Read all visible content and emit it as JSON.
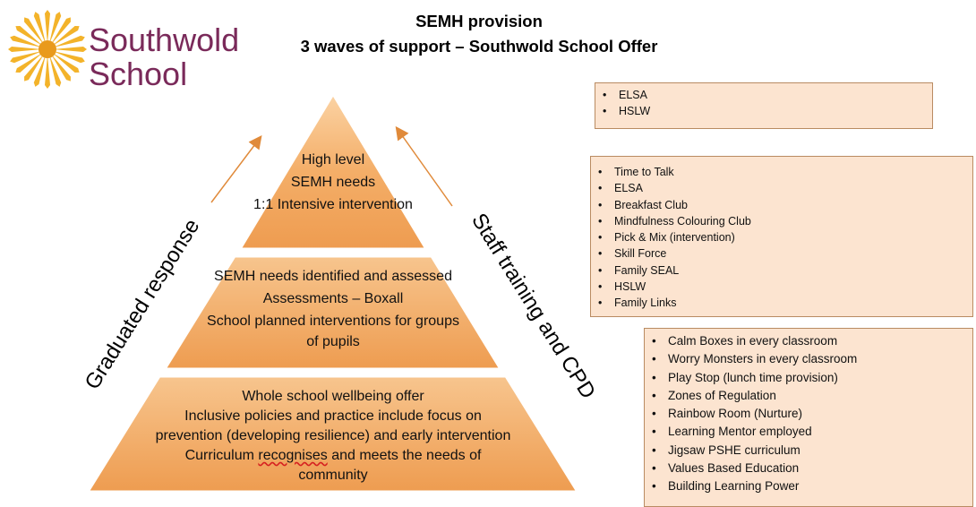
{
  "logo": {
    "line1": "Southwold",
    "line2": "School",
    "icon": "sun-icon"
  },
  "title": {
    "line1": "SEMH provision",
    "line2": "3 waves of support – Southwold School Offer"
  },
  "pyramid": {
    "top": [
      "High level",
      "SEMH needs",
      "1:1 Intensive intervention"
    ],
    "middle": [
      "SEMH needs identified and assessed",
      "Assessments – Boxall",
      "School planned interventions for groups",
      "of pupils"
    ],
    "bottom": {
      "line1": "Whole school wellbeing offer",
      "line2": "Inclusive policies and practice include focus on",
      "line3": "prevention (developing resilience) and early intervention",
      "line4_a": "Curriculum ",
      "line4_b": "recognises",
      "line4_c": " and meets the needs of",
      "line5": "community"
    },
    "left_label": "Graduated response",
    "right_label": "Staff training and CPD"
  },
  "boxes": {
    "wave3": [
      "ELSA",
      "HSLW"
    ],
    "wave2": [
      "Time to Talk",
      "ELSA",
      "Breakfast Club",
      "Mindfulness Colouring Club",
      "Pick & Mix (intervention)",
      "Skill Force",
      "Family SEAL",
      "HSLW",
      "Family Links"
    ],
    "wave1": [
      "Calm Boxes in every classroom",
      "Worry Monsters in every classroom",
      "Play Stop (lunch time provision)",
      "Zones of Regulation",
      "Rainbow Room (Nurture)",
      "Learning Mentor employed",
      "Jigsaw PSHE curriculum",
      "Values Based Education",
      "Building Learning Power"
    ]
  },
  "colors": {
    "tier_fill": "#f4a962",
    "tier_light": "#fbcf9c",
    "box_fill": "#fce4d0",
    "arrow": "#e08a3a",
    "logo_text": "#7a2a5a",
    "sun": "#f3b32a"
  }
}
